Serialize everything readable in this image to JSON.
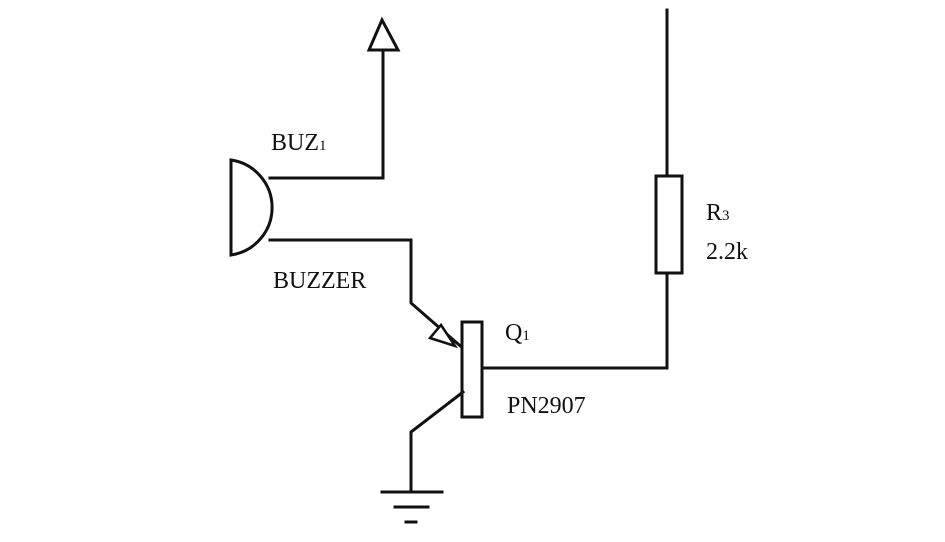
{
  "buzzer": {
    "ref_main": "BUZ",
    "ref_sub": "1",
    "name": "BUZZER"
  },
  "resistor": {
    "ref_main": "R",
    "ref_sub": "3",
    "value": "2.2k"
  },
  "transistor": {
    "ref_main": "Q",
    "ref_sub": "1",
    "part": "PN2907"
  },
  "icons": {
    "power": "power-arrow-icon",
    "ground": "ground-icon"
  },
  "colors": {
    "line": "#111111",
    "background": "#ffffff"
  }
}
